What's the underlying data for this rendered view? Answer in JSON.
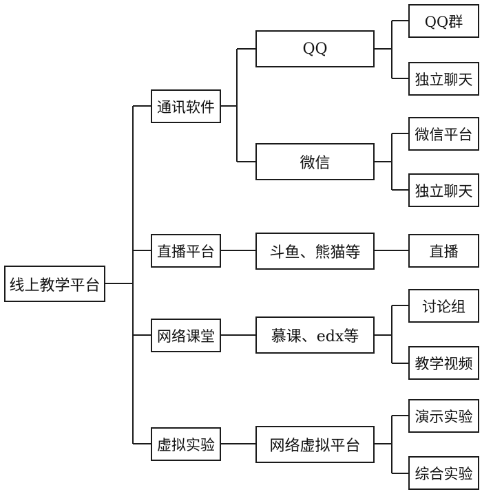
{
  "diagram": {
    "type": "tree",
    "root": {
      "label": "线上教学平台"
    },
    "branches": [
      {
        "label": "通讯软件",
        "children": [
          {
            "label": "QQ",
            "children": [
              "QQ群",
              "独立聊天"
            ]
          },
          {
            "label": "微信",
            "children": [
              "微信平台",
              "独立聊天"
            ]
          }
        ]
      },
      {
        "label": "直播平台",
        "children": [
          {
            "label": "斗鱼、熊猫等",
            "children": [
              "直播"
            ]
          }
        ]
      },
      {
        "label": "网络课堂",
        "children": [
          {
            "label": "慕课、edx等",
            "children": [
              "讨论组",
              "教学视频"
            ]
          }
        ]
      },
      {
        "label": "虚拟实验",
        "children": [
          {
            "label": "网络虚拟平台",
            "children": [
              "演示实验",
              "综合实验"
            ]
          }
        ]
      }
    ]
  }
}
